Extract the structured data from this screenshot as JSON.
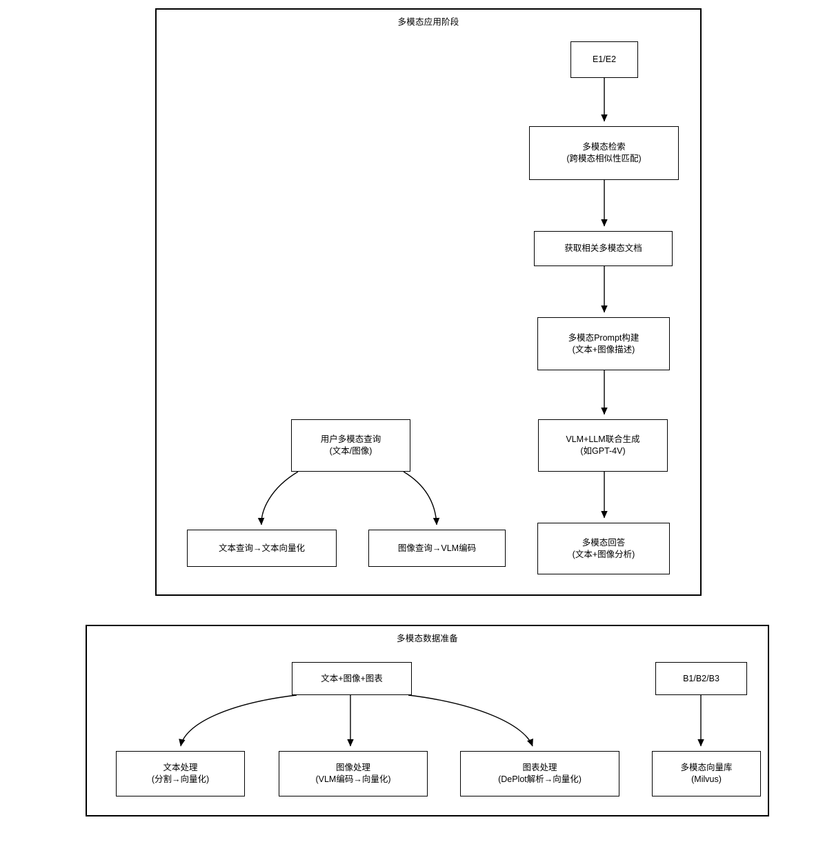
{
  "diagram": {
    "title_top": "多模态应用阶段",
    "title_bottom": "多模态数据准备",
    "stroke_color": "#000000",
    "background_color": "#ffffff"
  },
  "top_panel": {
    "title": "多模态应用阶段",
    "nodes": {
      "e1e2": {
        "line1": "E1/E2",
        "line2": ""
      },
      "retrieval": {
        "line1": "多模态检索",
        "line2": "(跨模态相似性匹配)"
      },
      "fetch_docs": {
        "line1": "获取相关多模态文档",
        "line2": ""
      },
      "prompt_build": {
        "line1": "多模态Prompt构建",
        "line2": "(文本+图像描述)"
      },
      "joint_gen": {
        "line1": "VLM+LLM联合生成",
        "line2": "(如GPT-4V)"
      },
      "answer": {
        "line1": "多模态回答",
        "line2": "(文本+图像分析)"
      },
      "user_query": {
        "line1": "用户多模态查询",
        "line2": "(文本/图像)"
      },
      "text_query": {
        "line1": "文本查询→文本向量化",
        "line2": ""
      },
      "image_query": {
        "line1": "图像查询→VLM编码",
        "line2": ""
      }
    }
  },
  "bottom_panel": {
    "title": "多模态数据准备",
    "nodes": {
      "source": {
        "line1": "文本+图像+图表",
        "line2": ""
      },
      "b1b2b3": {
        "line1": "B1/B2/B3",
        "line2": ""
      },
      "text_proc": {
        "line1": "文本处理",
        "line2": "(分割→向量化)"
      },
      "image_proc": {
        "line1": "图像处理",
        "line2": "(VLM编码→向量化)"
      },
      "chart_proc": {
        "line1": "图表处理",
        "line2": "(DePlot解析→向量化)"
      },
      "vector_db": {
        "line1": "多模态向量库",
        "line2": "(Milvus)"
      }
    }
  }
}
